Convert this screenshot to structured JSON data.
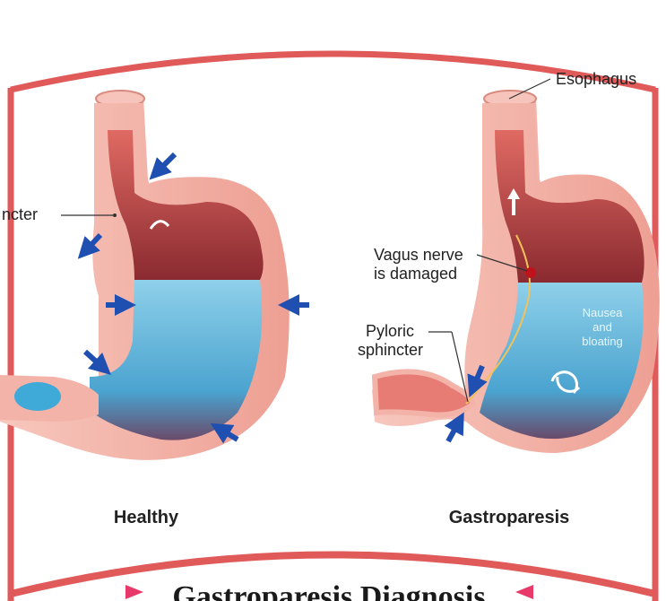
{
  "labels": {
    "esophagus": "Esophagus",
    "sphincter_partial": "ncter",
    "vagus_line1": "Vagus nerve",
    "vagus_line2": "is damaged",
    "pyloric_line1": "Pyloric",
    "pyloric_line2": "sphincter",
    "nausea_line1": "Nausea",
    "nausea_line2": "and",
    "nausea_line3": "bloating"
  },
  "captions": {
    "healthy": "Healthy",
    "gastroparesis": "Gastroparesis"
  },
  "banner": {
    "title": "Gastroparesis Diagnosis"
  },
  "colors": {
    "frame": "#e05a5a",
    "title_arrow": "#e8396a",
    "stomach_wall": "#f3b3a8",
    "stomach_inner": "#c94545",
    "fluid": "#5ab0d6",
    "arrow": "#1f4fb0"
  },
  "icons": [
    "arrow-icon",
    "rotate-icon",
    "nerve-dot-icon"
  ]
}
